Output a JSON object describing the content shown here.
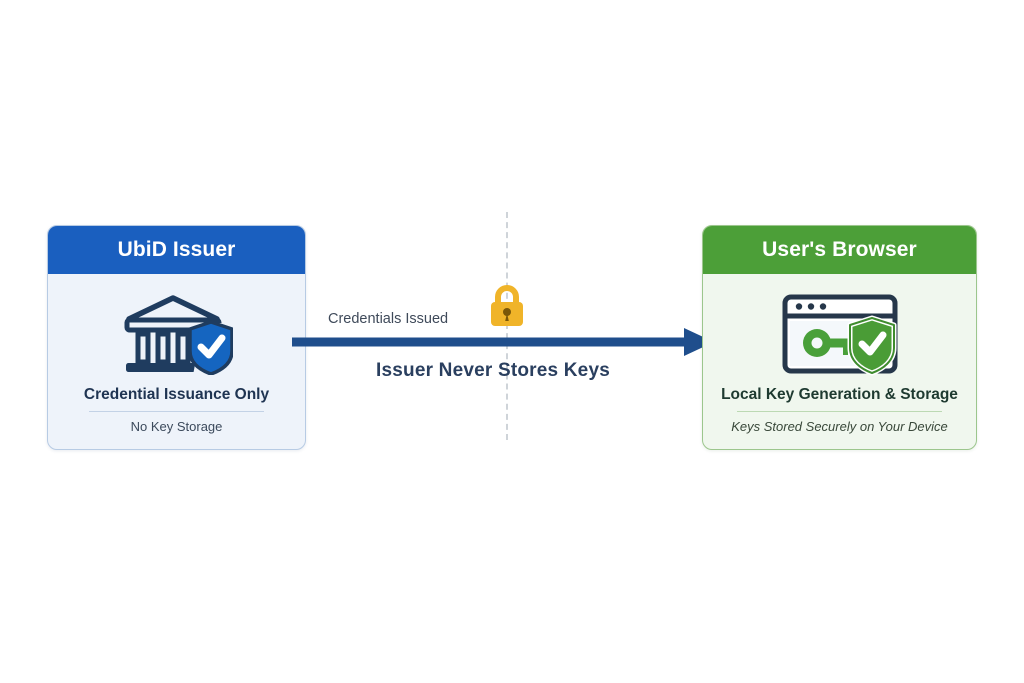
{
  "diagram": {
    "type": "flow-diagram",
    "background_color": "#ffffff",
    "left_card": {
      "header_label": "UbiD Issuer",
      "header_color": "#1a5fbf",
      "body_color": "#eef3fa",
      "border_color": "#b7cbe4",
      "icon_name": "bank-shield-check-icon",
      "icon_colors": {
        "outline": "#1f3c5f",
        "shield": "#1565c0",
        "check": "#ffffff"
      },
      "title": "Credential Issuance Only",
      "subtitle": "No Key Storage"
    },
    "right_card": {
      "header_label": "User's Browser",
      "header_color": "#4c9f38",
      "body_color": "#f0f7ee",
      "border_color": "#9cc68d",
      "icon_name": "browser-key-shield-icon",
      "icon_colors": {
        "outline": "#26374a",
        "key": "#49a03a",
        "shield": "#4a9c36",
        "check": "#ffffff"
      },
      "title": "Local Key Generation & Storage",
      "subtitle": "Keys Stored Securely on Your Device"
    },
    "connector": {
      "arrow_label_top": "Credentials Issued",
      "arrow_label_bottom": "Issuer Never Stores Keys",
      "arrow_color": "#1f4e8c",
      "arrow_direction": "left-to-right",
      "lock_icon_name": "padlock-icon",
      "lock_color": "#f0b429",
      "divider_icon_name": "vertical-dashed-divider",
      "divider_color": "#cfd4d9"
    }
  }
}
